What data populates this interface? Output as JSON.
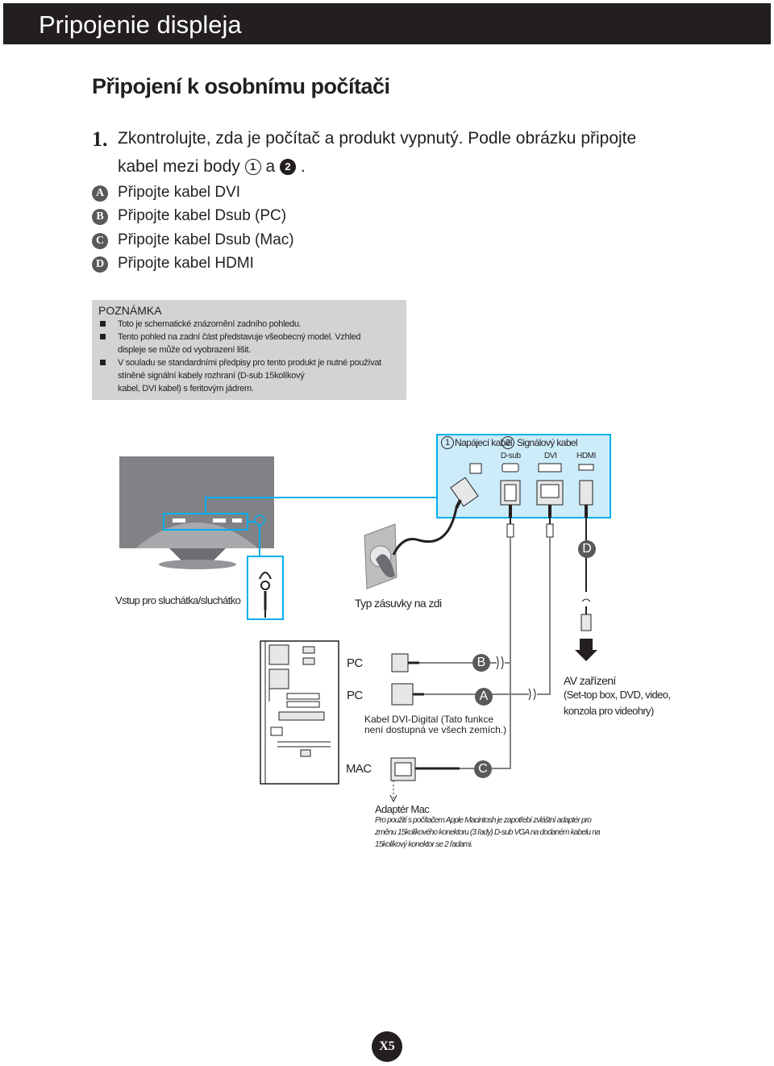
{
  "header": {
    "title": "Pripojenie displeja"
  },
  "section_title": "Připojení k  osobnímu počítači",
  "step": {
    "number": "1.",
    "line1": "Zkontrolujte, zda je počítač a  produkt vypnutý. Podle obrázku připojte",
    "line2_pre": "kabel mezi body",
    "line2_mid": "a",
    "line2_end": ".",
    "marker1": "1",
    "marker2": "2"
  },
  "items": [
    {
      "badge": "A",
      "text": "Připojte kabel DVI"
    },
    {
      "badge": "B",
      "text": "Připojte kabel Dsub (PC)"
    },
    {
      "badge": "C",
      "text": "Připojte kabel Dsub (Mac)"
    },
    {
      "badge": "D",
      "text": "Připojte kabel HDMI"
    }
  ],
  "note": {
    "title": "POZNÁMKA",
    "item1": "Toto je schematické znázornění zadního pohledu.",
    "item2_line1": "Tento pohled na zadní část představuje všeobecný model. Vzhled",
    "item2_line2": "displeje se může od vyobrazení lišit.",
    "item3_line1": "V  souladu se standardními předpisy pro tento produkt je nutné používat",
    "item3_line2": "stíněné signální kabely rozhraní (D-sub 15kolíkový",
    "item3_line3": "kabel, DVI kabel) s  feritovým jádrem."
  },
  "diagram": {
    "legend_power": "Napájecí kabel",
    "legend_signal": "Signálový kabel",
    "legend_m1": "1",
    "legend_m2": "2",
    "port_dsub": "D-sub",
    "port_dvi": "DVI",
    "port_hdmi": "HDMI",
    "headphone_label": "Vstup pro sluchátka/sluchátko",
    "outlet_label": "Typ zásuvky na zdi",
    "pc1": "PC",
    "pc2": "PC",
    "mac": "MAC",
    "letter_a": "A",
    "letter_b": "B",
    "letter_c": "C",
    "letter_d": "D",
    "dvi_note_line1": "Kabel DVI-Digital (Tato funkce",
    "dvi_note_line2": "není dostupná ve všech zemích.)",
    "av_line1": "AV zařízení",
    "av_line2": "(Set-top box, DVD, video,",
    "av_line3": "konzola pro videohry)",
    "mac_adapter_title": "Adaptér Mac",
    "mac_line1": "Pro použití s počítačem Apple Macintosh je zapotřebí zvláštní adaptér pro",
    "mac_line2": "změnu 15kolíkového konektoru (3  řady) D-sub VGA na dodaném kabelu na",
    "mac_line3": "15kolíkový konektor se 2  řadami."
  },
  "page_number": "X5",
  "colors": {
    "dark": "#231f20",
    "cyan": "#00aeef",
    "legend_bg": "#ccecf9",
    "note_bg": "#d1d3d4",
    "badge": "#58595b",
    "monitor": "#808285"
  }
}
